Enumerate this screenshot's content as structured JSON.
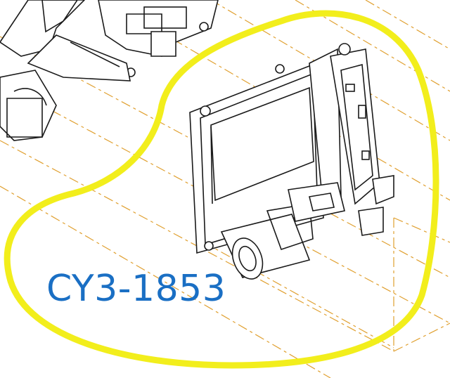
{
  "diagram": {
    "part_number": "CY3-1853",
    "colors": {
      "highlight": "#f2ee1c",
      "label": "#1a6fc4",
      "leader_lines": "#e0a030",
      "linework": "#1a1a1a"
    },
    "icons": [
      "camera-body-assembly",
      "shutter-unit",
      "circuit-board",
      "motor-unit"
    ]
  }
}
